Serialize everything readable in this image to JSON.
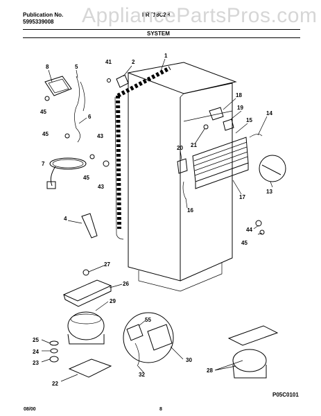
{
  "header": {
    "publication_label": "Publication No.",
    "publication_number": "5995339008",
    "model": "FRT18C2B",
    "section": "SYSTEM",
    "watermark": "AppliancePartsPros.com"
  },
  "footer": {
    "date": "08/00",
    "page": "8",
    "figure_code": "P05C0101"
  },
  "part_labels": [
    "1",
    "2",
    "4",
    "5",
    "6",
    "7",
    "8",
    "13",
    "14",
    "15",
    "16",
    "17",
    "18",
    "19",
    "20",
    "21",
    "22",
    "23",
    "24",
    "25",
    "26",
    "27",
    "28",
    "29",
    "30",
    "32",
    "41",
    "43",
    "43",
    "44",
    "45",
    "45",
    "45",
    "45",
    "55"
  ]
}
